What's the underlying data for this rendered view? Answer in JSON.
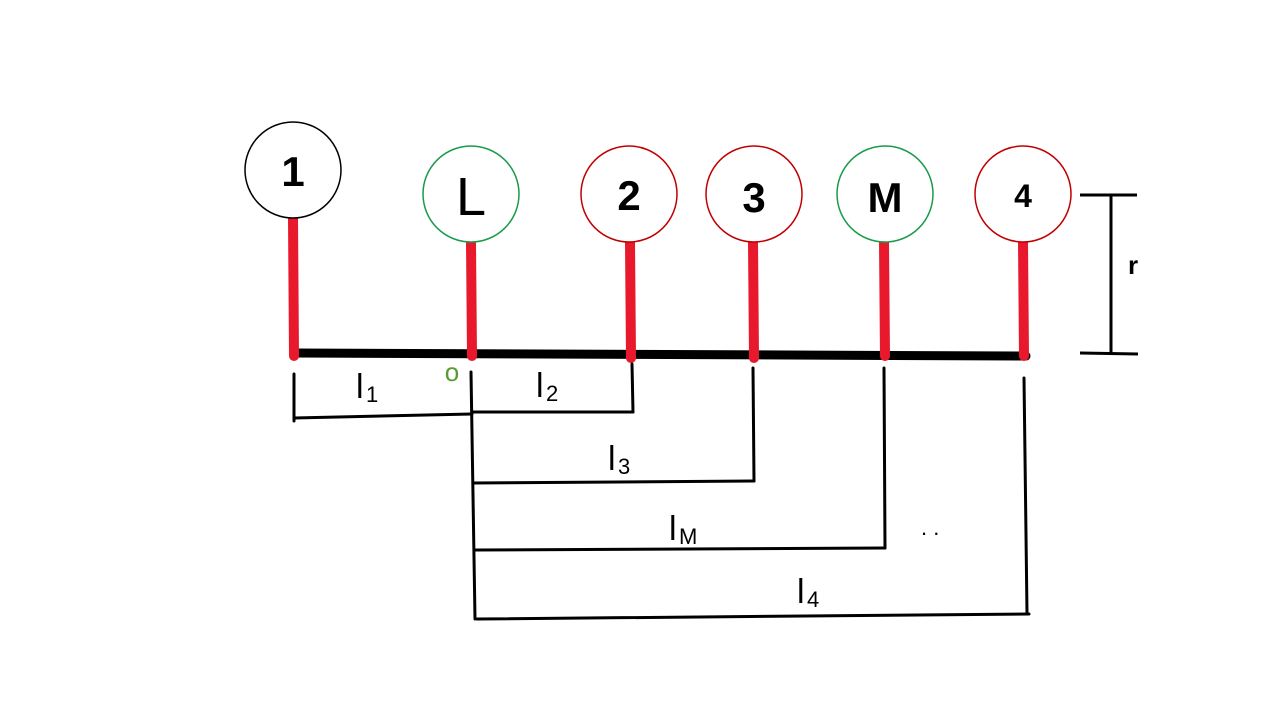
{
  "nodes": [
    {
      "id": "1",
      "label": "1",
      "border": "#000000"
    },
    {
      "id": "L",
      "label": "L",
      "border": "#1a9a4a"
    },
    {
      "id": "2",
      "label": "2",
      "border": "#c00000"
    },
    {
      "id": "3",
      "label": "3",
      "border": "#c00000"
    },
    {
      "id": "M",
      "label": "M",
      "border": "#1a9a4a"
    },
    {
      "id": "4",
      "label": "4",
      "border": "#c00000"
    }
  ],
  "origin_label": "o",
  "height_label": "r",
  "dimensions": [
    {
      "base": "l",
      "sub": "1"
    },
    {
      "base": "l",
      "sub": "2"
    },
    {
      "base": "l",
      "sub": "3"
    },
    {
      "base": "l",
      "sub": "M"
    },
    {
      "base": "l",
      "sub": "4"
    }
  ],
  "ellipsis": ". .",
  "colors": {
    "stem": "#e8192c",
    "bar": "#000000",
    "origin": "#5a9a30"
  }
}
